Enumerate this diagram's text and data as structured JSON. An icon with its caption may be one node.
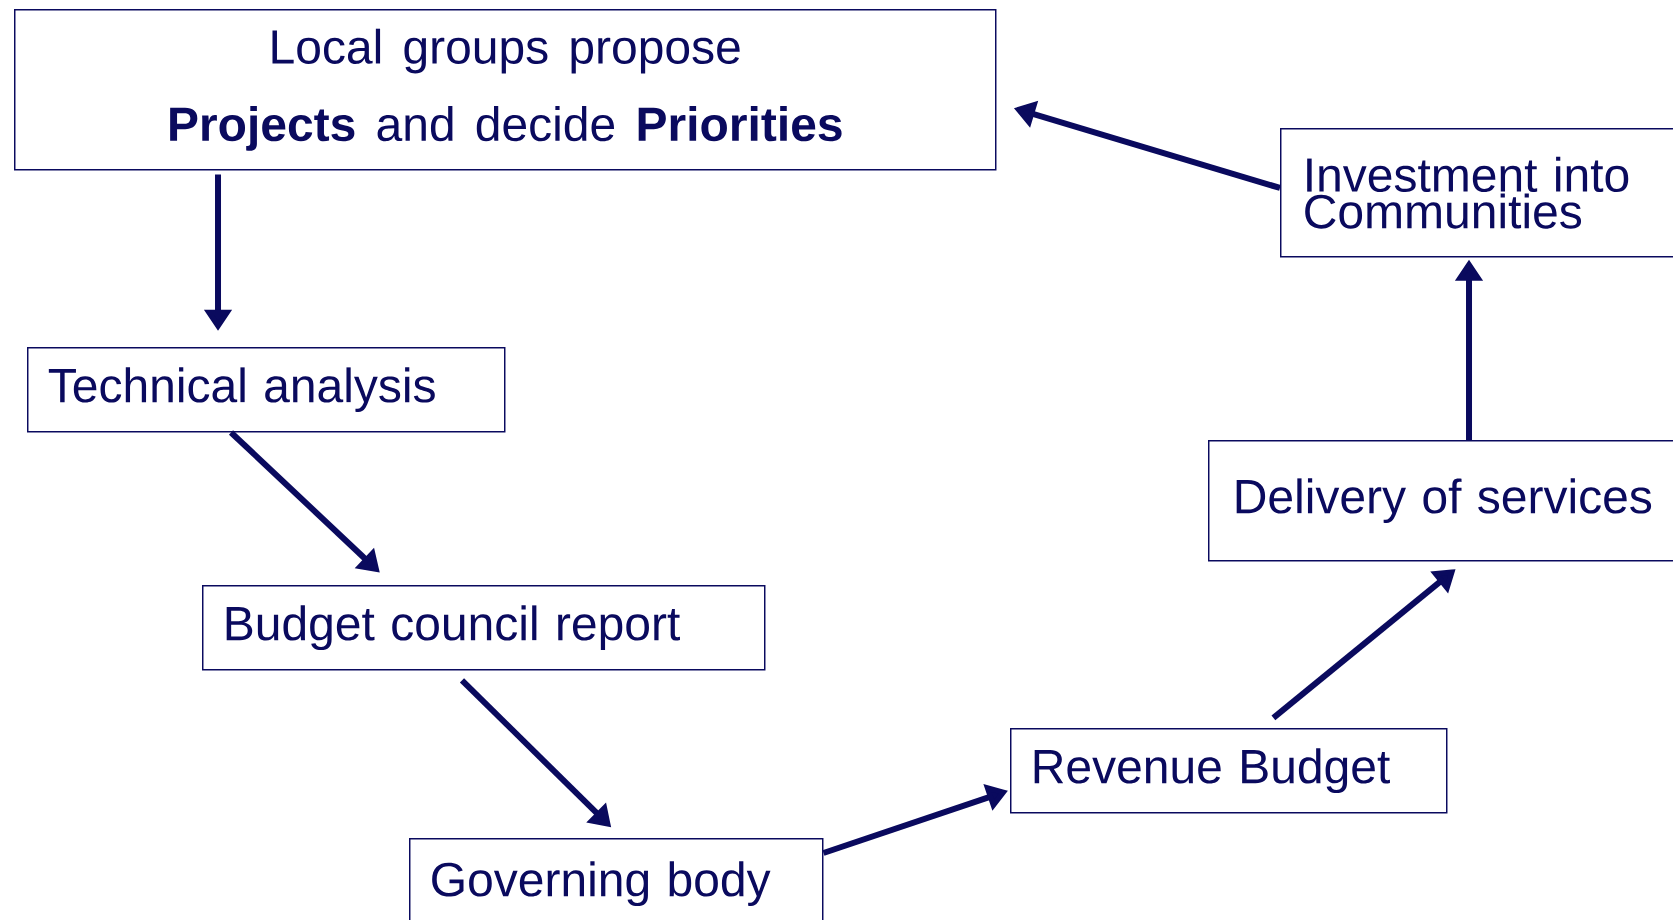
{
  "diagram": {
    "nodes": [
      {
        "text": [
          "Local groups propose **Projects** and decide **Priorities**"
        ]
      },
      {
        "text": [
          "Technical analysis"
        ]
      },
      {
        "text": [
          "Budget council report"
        ]
      },
      {
        "text": [
          "Governing body"
        ]
      },
      {
        "text": [
          "Revenue Budget"
        ]
      },
      {
        "text": [
          "Delivery of services"
        ]
      },
      {
        "text": [
          "Investment into Communities"
        ]
      }
    ],
    "edges": [
      {
        "from": 0,
        "to": 1,
        "arrow": "to"
      },
      {
        "from": 1,
        "to": 2,
        "arrow": "to"
      },
      {
        "from": 2,
        "to": 3,
        "arrow": "to"
      },
      {
        "from": 3,
        "to": 4,
        "arrow": "to"
      },
      {
        "from": 4,
        "to": 5,
        "arrow": "to"
      },
      {
        "from": 5,
        "to": 6,
        "arrow": "to"
      },
      {
        "from": 6,
        "to": 0,
        "arrow": "to"
      }
    ]
  }
}
